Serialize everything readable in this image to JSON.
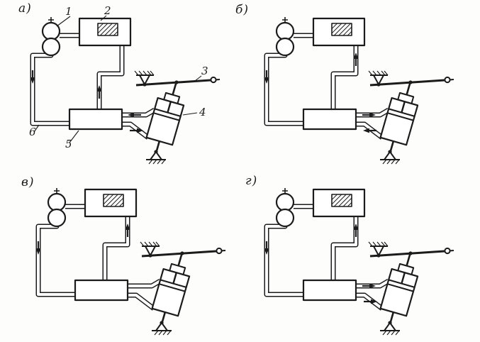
{
  "figure": {
    "panels": [
      {
        "label": "а)",
        "flow_arrows": [
          "left-pipe-down",
          "mid-pipe-up",
          "cyl-top-left",
          "cyl-bottom-right"
        ]
      },
      {
        "label": "б)",
        "flow_arrows": [
          "left-pipe-down",
          "tank-pipe-up",
          "cyl-top-right",
          "cyl-bottom-left"
        ]
      },
      {
        "label": "в)",
        "flow_arrows": [
          "left-pipe-down",
          "tank-pipe-up"
        ]
      },
      {
        "label": "г)",
        "flow_arrows": [
          "left-pipe-down",
          "tank-pipe-up",
          "cyl-top-right",
          "cyl-bottom-right"
        ]
      }
    ],
    "callouts": [
      "1",
      "2",
      "3",
      "4",
      "5",
      "6"
    ]
  },
  "colors": {
    "ink": "#1b1b1b",
    "paper": "#fdfdfc"
  }
}
